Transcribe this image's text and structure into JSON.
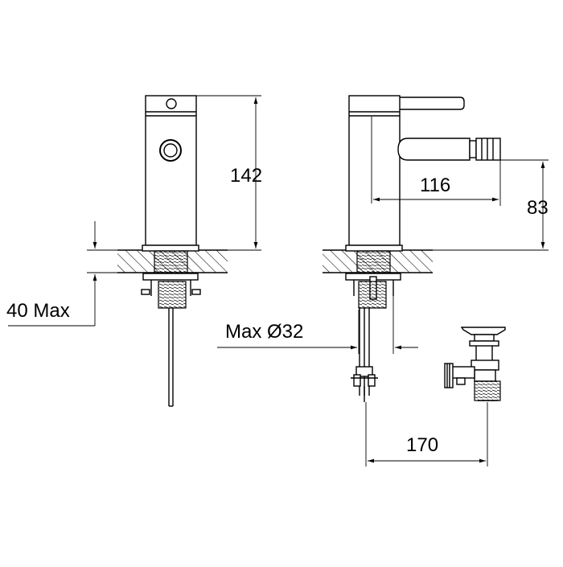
{
  "dimensions": {
    "height_total": "142",
    "spout_reach": "116",
    "spout_height": "83",
    "deck_thickness": "40 Max",
    "hole_diameter": "Max Ø32",
    "waste_distance": "170"
  },
  "colors": {
    "line": "#000000",
    "background": "#ffffff"
  },
  "icons": [
    "arrow-icon"
  ]
}
